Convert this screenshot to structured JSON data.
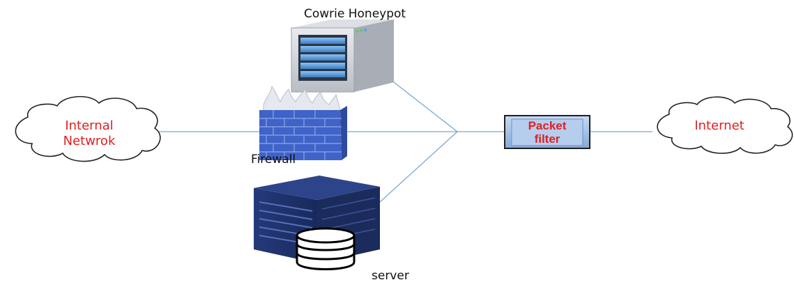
{
  "nodes": {
    "honeypot": {
      "label": "Cowrie Honeypot",
      "icon": "server-tower-icon"
    },
    "firewall": {
      "label": "Firewall",
      "icon": "firewall-icon"
    },
    "server": {
      "label": "server",
      "icon": "database-server-icon"
    },
    "internal_network": {
      "label_line1": "Internal",
      "label_line2": "Netwrok",
      "icon": "cloud-icon"
    },
    "internet": {
      "label": "Internet",
      "icon": "cloud-icon"
    },
    "packet_filter": {
      "label_line1": "Packet",
      "label_line2": "filter"
    }
  },
  "colors": {
    "link_line": "#7ea6cf",
    "cloud_text": "#e02020",
    "packet_filter_fill": "#a8c4e8",
    "packet_filter_border": "#2a2a2a",
    "firewall_brick": "#3f63c8",
    "server_dark": "#1d2f66",
    "honeypot_panel": "#5a9ad8"
  }
}
